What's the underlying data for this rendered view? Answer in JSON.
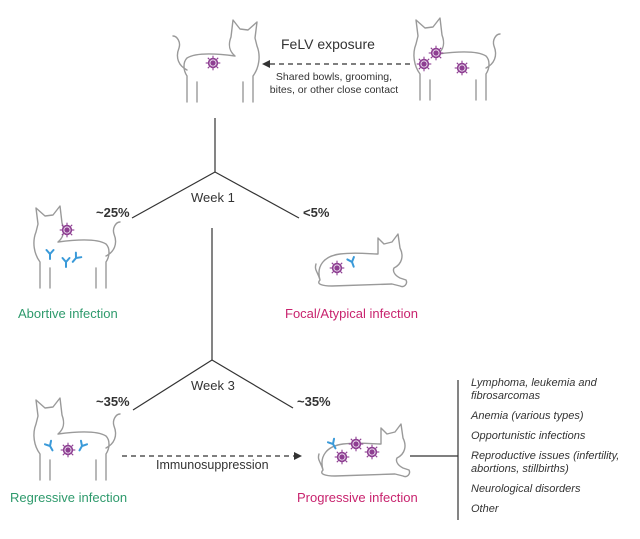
{
  "exposure": {
    "title": "FeLV exposure",
    "subtitle": "Shared bowls, grooming, bites, or other close contact"
  },
  "stages": {
    "week1": "Week 1",
    "week3": "Week 3"
  },
  "branches": {
    "abortive": {
      "percent": "~25%",
      "label": "Abortive infection"
    },
    "focal": {
      "percent": "<5%",
      "label": "Focal/Atypical infection"
    },
    "regressive": {
      "percent": "~35%",
      "label": "Regressive infection"
    },
    "progressive": {
      "percent": "~35%",
      "label": "Progressive infection"
    }
  },
  "transition_label": "Immunosuppression",
  "outcomes": [
    "Lymphoma, leukemia and fibrosarcomas",
    "Anemia (various types)",
    "Opportunistic infections",
    "Reproductive issues (infertility, abortions, stillbirths)",
    "Neurological disorders",
    "Other"
  ],
  "colors": {
    "abortive": "#2e9a6c",
    "focal": "#c8236e",
    "regressive": "#2e9a6c",
    "progressive": "#c8236e",
    "virus": "#8e3f92",
    "antibody": "#3a9ad9",
    "line": "#333333",
    "cat_outline": "#9a9a9a"
  },
  "icons": [
    "cat-icon",
    "virus-icon",
    "antibody-icon",
    "arrow-left-icon",
    "arrow-right-icon"
  ]
}
